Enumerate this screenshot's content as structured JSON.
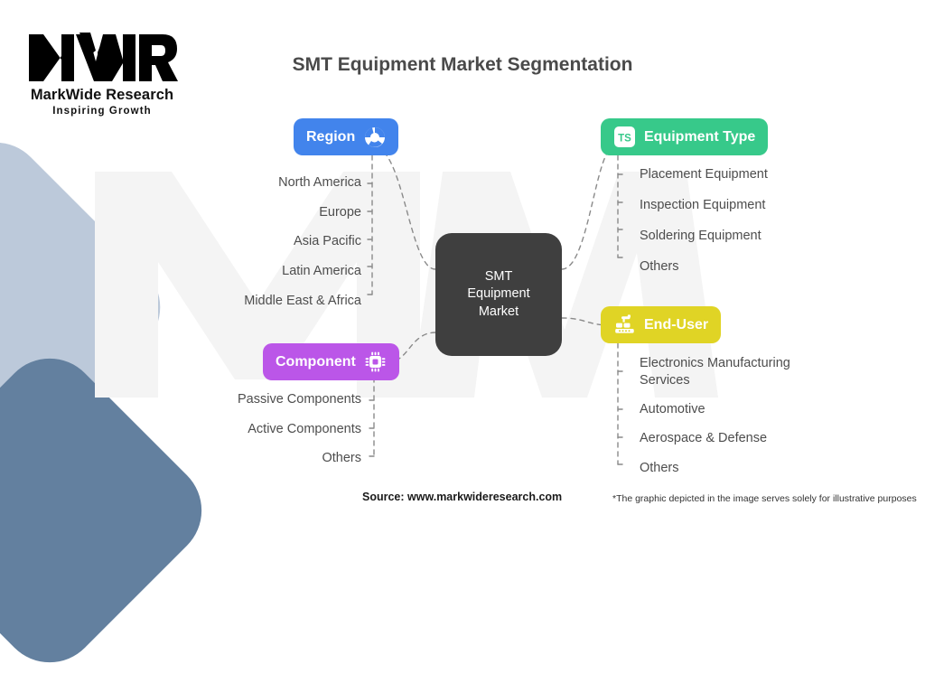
{
  "brand": {
    "logo_mark": "mwr-monogram",
    "name": "MarkWide Research",
    "tagline": "Inspiring Growth"
  },
  "header": {
    "title": "SMT Equipment Market Segmentation"
  },
  "center": {
    "label": "SMT\nEquipment\nMarket"
  },
  "colors": {
    "region": "#4284ec",
    "equipment_type": "#37c98a",
    "component": "#bb56e8",
    "end_user": "#e0d425",
    "center_node": "#3f3f3f",
    "text": "#4d4d4d",
    "title": "#4a4a4a",
    "shape_light": "#bcc9da",
    "shape_dark": "#63809f"
  },
  "branches": {
    "region": {
      "label": "Region",
      "icon": "globe-icon",
      "items": [
        "North America",
        "Europe",
        "Asia Pacific",
        "Latin America",
        "Middle East & Africa"
      ]
    },
    "equipment_type": {
      "label": "Equipment Type",
      "icon": "ts-tag-icon",
      "items": [
        "Placement Equipment",
        "Inspection Equipment",
        "Soldering Equipment",
        "Others"
      ]
    },
    "component": {
      "label": "Component",
      "icon": "microchip-icon",
      "items": [
        "Passive Components",
        "Active Components",
        "Others"
      ]
    },
    "end_user": {
      "label": "End-User",
      "icon": "robot-arm-icon",
      "items": [
        "Electronics Manufacturing Services",
        "Automotive",
        "Aerospace & Defense",
        "Others"
      ]
    }
  },
  "footer": {
    "source": "Source: www.markwideresearch.com",
    "disclaimer": "*The graphic depicted in the image serves solely for illustrative purposes"
  }
}
